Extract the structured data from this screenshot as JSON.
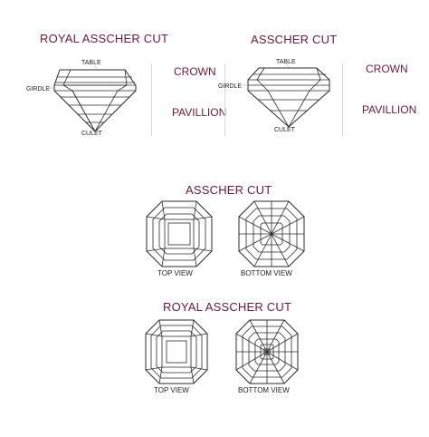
{
  "top_left": {
    "title": "ROYAL ASSCHER CUT",
    "table_label": "TABLE",
    "girdle_label": "GIRDLE",
    "culet_label": "CULET",
    "crown_label": "CROWN",
    "pavilion_label": "PAVILLION"
  },
  "top_right": {
    "title": "ASSCHER CUT",
    "table_label": "TABLE",
    "girdle_label": "GIRDLE",
    "culet_label": "CULET",
    "crown_label": "CROWN",
    "pavilion_label": "PAVILLION"
  },
  "middle": {
    "title": "ASSCHER CUT",
    "top_view_label": "TOP VIEW",
    "bottom_view_label": "BOTTOM VIEW"
  },
  "bottom": {
    "title": "ROYAL ASSCHER CUT",
    "top_view_label": "TOP VIEW",
    "bottom_view_label": "BOTTOM VIEW"
  },
  "colors": {
    "title_color": "#6e1a33",
    "line_color": "#2b2b2b"
  }
}
